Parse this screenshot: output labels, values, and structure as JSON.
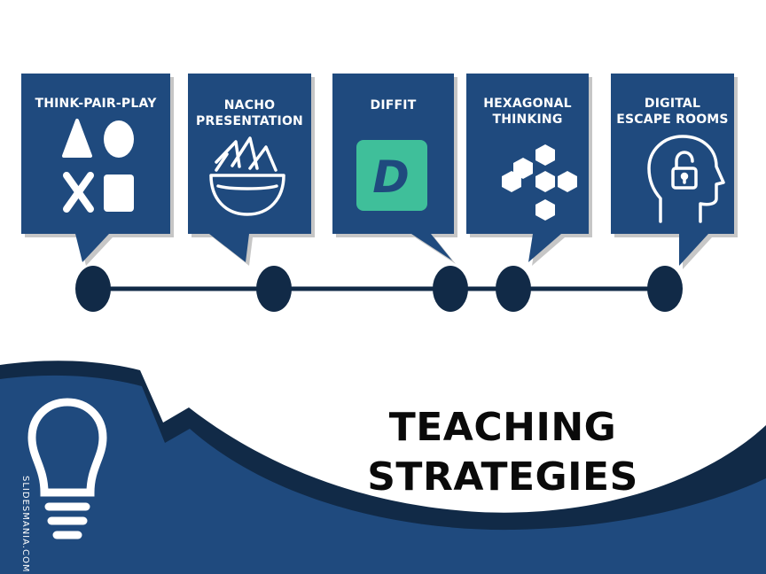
{
  "slide": {
    "title_line1": "TEACHING",
    "title_line2": "STRATEGIES",
    "credit": "SLIDESMANIA.COM"
  },
  "cards": [
    {
      "line1": "THINK-PAIR-PLAY",
      "line2": "",
      "icon": "shapes-icon"
    },
    {
      "line1": "NACHO",
      "line2": "PRESENTATION",
      "icon": "nacho-bowl-icon"
    },
    {
      "line1": "DIFFIT",
      "line2": "",
      "icon": "diffit-logo-icon",
      "logo_letter": "D"
    },
    {
      "line1": "HEXAGONAL",
      "line2": "THINKING",
      "icon": "hexagons-icon"
    },
    {
      "line1": "DIGITAL",
      "line2": "ESCAPE ROOMS",
      "icon": "head-lock-icon"
    }
  ],
  "colors": {
    "navy": "#1f4a7e",
    "dark_navy": "#0f2a4c",
    "timeline": "#112a47",
    "diffit_green": "#3fbf9a",
    "diffit_letter": "#1f4a7e",
    "white": "#ffffff"
  }
}
